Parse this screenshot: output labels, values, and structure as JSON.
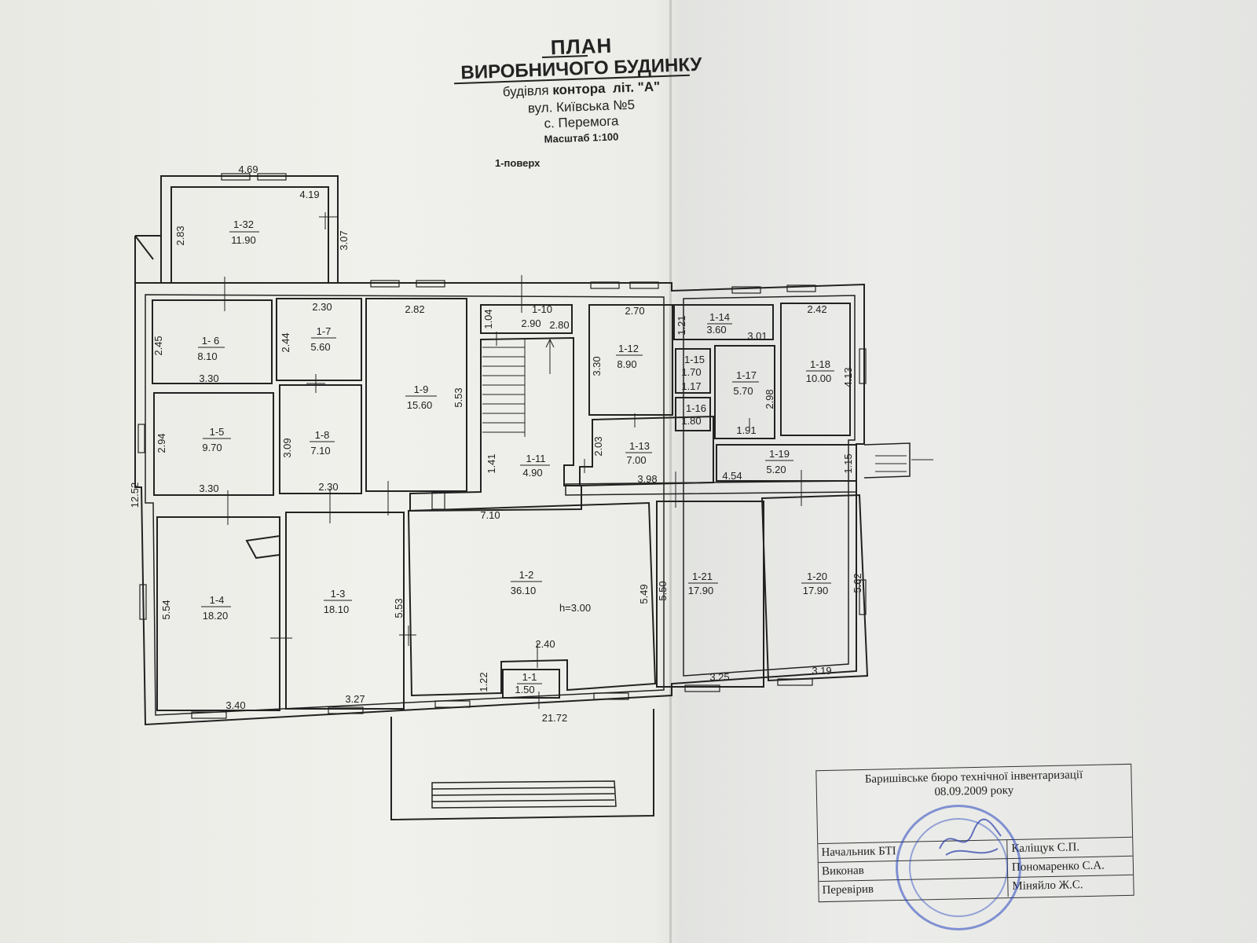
{
  "title": {
    "line1": "ПЛАН",
    "line2": "ВИРОБНИЧОГО БУДИНКУ",
    "line3a": "будівля",
    "line3b": "контора",
    "line3c": "літ. \"А\"",
    "address": "вул. Київська №5",
    "village": "с. Перемога",
    "scale": "Масштаб 1:100",
    "floor": "1-поверх"
  },
  "rooms": {
    "r1_32": {
      "id": "1-32",
      "area": "11.90"
    },
    "r1_6": {
      "id": "1- 6",
      "area": "8.10"
    },
    "r1_7": {
      "id": "1-7",
      "area": "5.60"
    },
    "r1_9": {
      "id": "1-9",
      "area": "15.60"
    },
    "r1_10": {
      "id": "1-10"
    },
    "r1_12": {
      "id": "1-12",
      "area": "8.90"
    },
    "r1_14": {
      "id": "1-14",
      "area": "3.60"
    },
    "r1_15": {
      "id": "1-15",
      "area": "1.70"
    },
    "r1_16": {
      "id": "1-16",
      "area": "1.80"
    },
    "r1_17": {
      "id": "1-17",
      "area": "5.70"
    },
    "r1_18": {
      "id": "1-18",
      "area": "10.00"
    },
    "r1_5": {
      "id": "1-5",
      "area": "9.70"
    },
    "r1_8": {
      "id": "1-8",
      "area": "7.10"
    },
    "r1_11": {
      "id": "1-11",
      "area": "4.90"
    },
    "r1_13": {
      "id": "1-13",
      "area": "7.00"
    },
    "r1_19": {
      "id": "1-19",
      "area": "5.20"
    },
    "r1_4": {
      "id": "1-4",
      "area": "18.20"
    },
    "r1_3": {
      "id": "1-3",
      "area": "18.10"
    },
    "r1_2": {
      "id": "1-2",
      "area": "36.10",
      "height": "h=3.00"
    },
    "r1_1": {
      "id": "1-1",
      "area": "1.50"
    },
    "r1_21": {
      "id": "1-21",
      "area": "17.90"
    },
    "r1_20": {
      "id": "1-20",
      "area": "17.90"
    }
  },
  "dims": {
    "d_469": "4.69",
    "d_419": "4.19",
    "d_283": "2.83",
    "d_307": "3.07",
    "d_230a": "2.30",
    "d_282": "2.82",
    "d_104": "1.04",
    "d_290": "2.90",
    "d_280": "2.80",
    "d_270": "2.70",
    "d_121": "1.21",
    "d_301": "3.01",
    "d_242": "2.42",
    "d_245": "2.45",
    "d_244": "2.44",
    "d_330a": "3.30",
    "d_553a": "5.53",
    "d_330b": "3.30",
    "d_117": "1.17",
    "d_298": "2.98",
    "d_413": "4.13",
    "d_191": "1.91",
    "d_294": "2.94",
    "d_309": "3.09",
    "d_141": "1.41",
    "d_203": "2.03",
    "d_115": "1.15",
    "d_454": "4.54",
    "d_398": "3.98",
    "d_1252": "12.52",
    "d_330c": "3.30",
    "d_230b": "2.30",
    "d_710": "7.10",
    "d_554": "5.54",
    "d_553b": "5.53",
    "d_549": "5.49",
    "d_550": "5.50",
    "d_562": "5.62",
    "d_240": "2.40",
    "d_122": "1.22",
    "d_340": "3.40",
    "d_327": "3.27",
    "d_2172": "21.72",
    "d_325": "3.25",
    "d_319": "3.19"
  },
  "stamp": {
    "bureau": "Баришівське бюро технічної інвентаризації",
    "date": "08.09.2009 року",
    "row1_role": "Начальник БТІ",
    "row1_name": "Каліщук С.П.",
    "row2_role": "Виконав",
    "row2_name": "Пономаренко С.А.",
    "row3_role": "Перевірив",
    "row3_name": "Міняйло Ж.С."
  },
  "colors": {
    "ink": "#222222",
    "paper": "#eeeeea",
    "seal": "#3a56c0"
  }
}
